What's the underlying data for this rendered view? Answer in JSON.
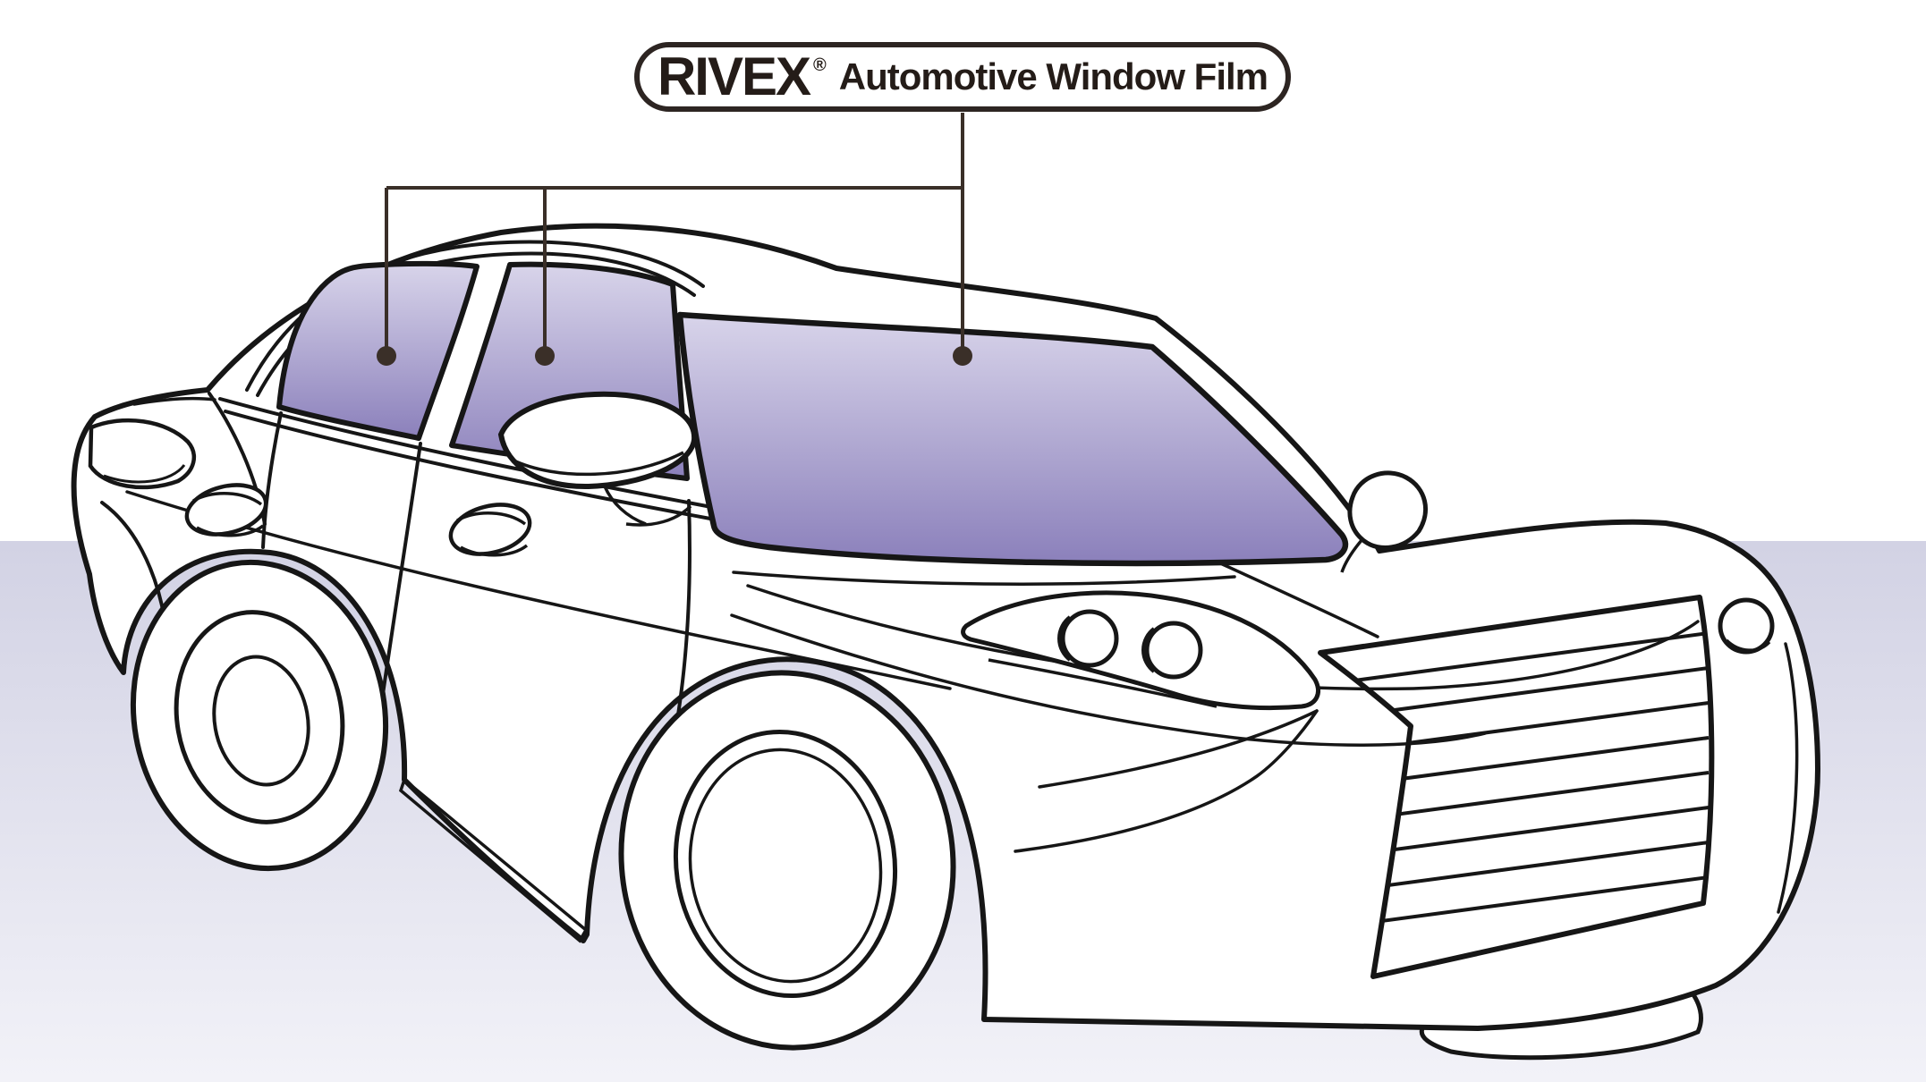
{
  "page": {
    "colors": {
      "background": "#ffffff",
      "band_top": "#d2d2e4",
      "band_bottom": "#f2f2f8"
    }
  },
  "label": {
    "brand": "RIVEX",
    "registered_mark": "®",
    "subtitle": "Automotive Window Film",
    "colors": {
      "border": "#2d2522",
      "background": "#ffffff",
      "text": "#241c18"
    }
  },
  "callouts": {
    "color": "#3a2f28",
    "targets": [
      "rear-side-window",
      "front-side-window",
      "windshield"
    ]
  },
  "illustration": {
    "subject": "sedan-3quarter-front-left-line-art",
    "colors": {
      "line": "#161616",
      "body_fill": "#ffffff",
      "window_tint_top": "#d8d4ea",
      "window_tint_bottom": "#8b80bb"
    }
  }
}
